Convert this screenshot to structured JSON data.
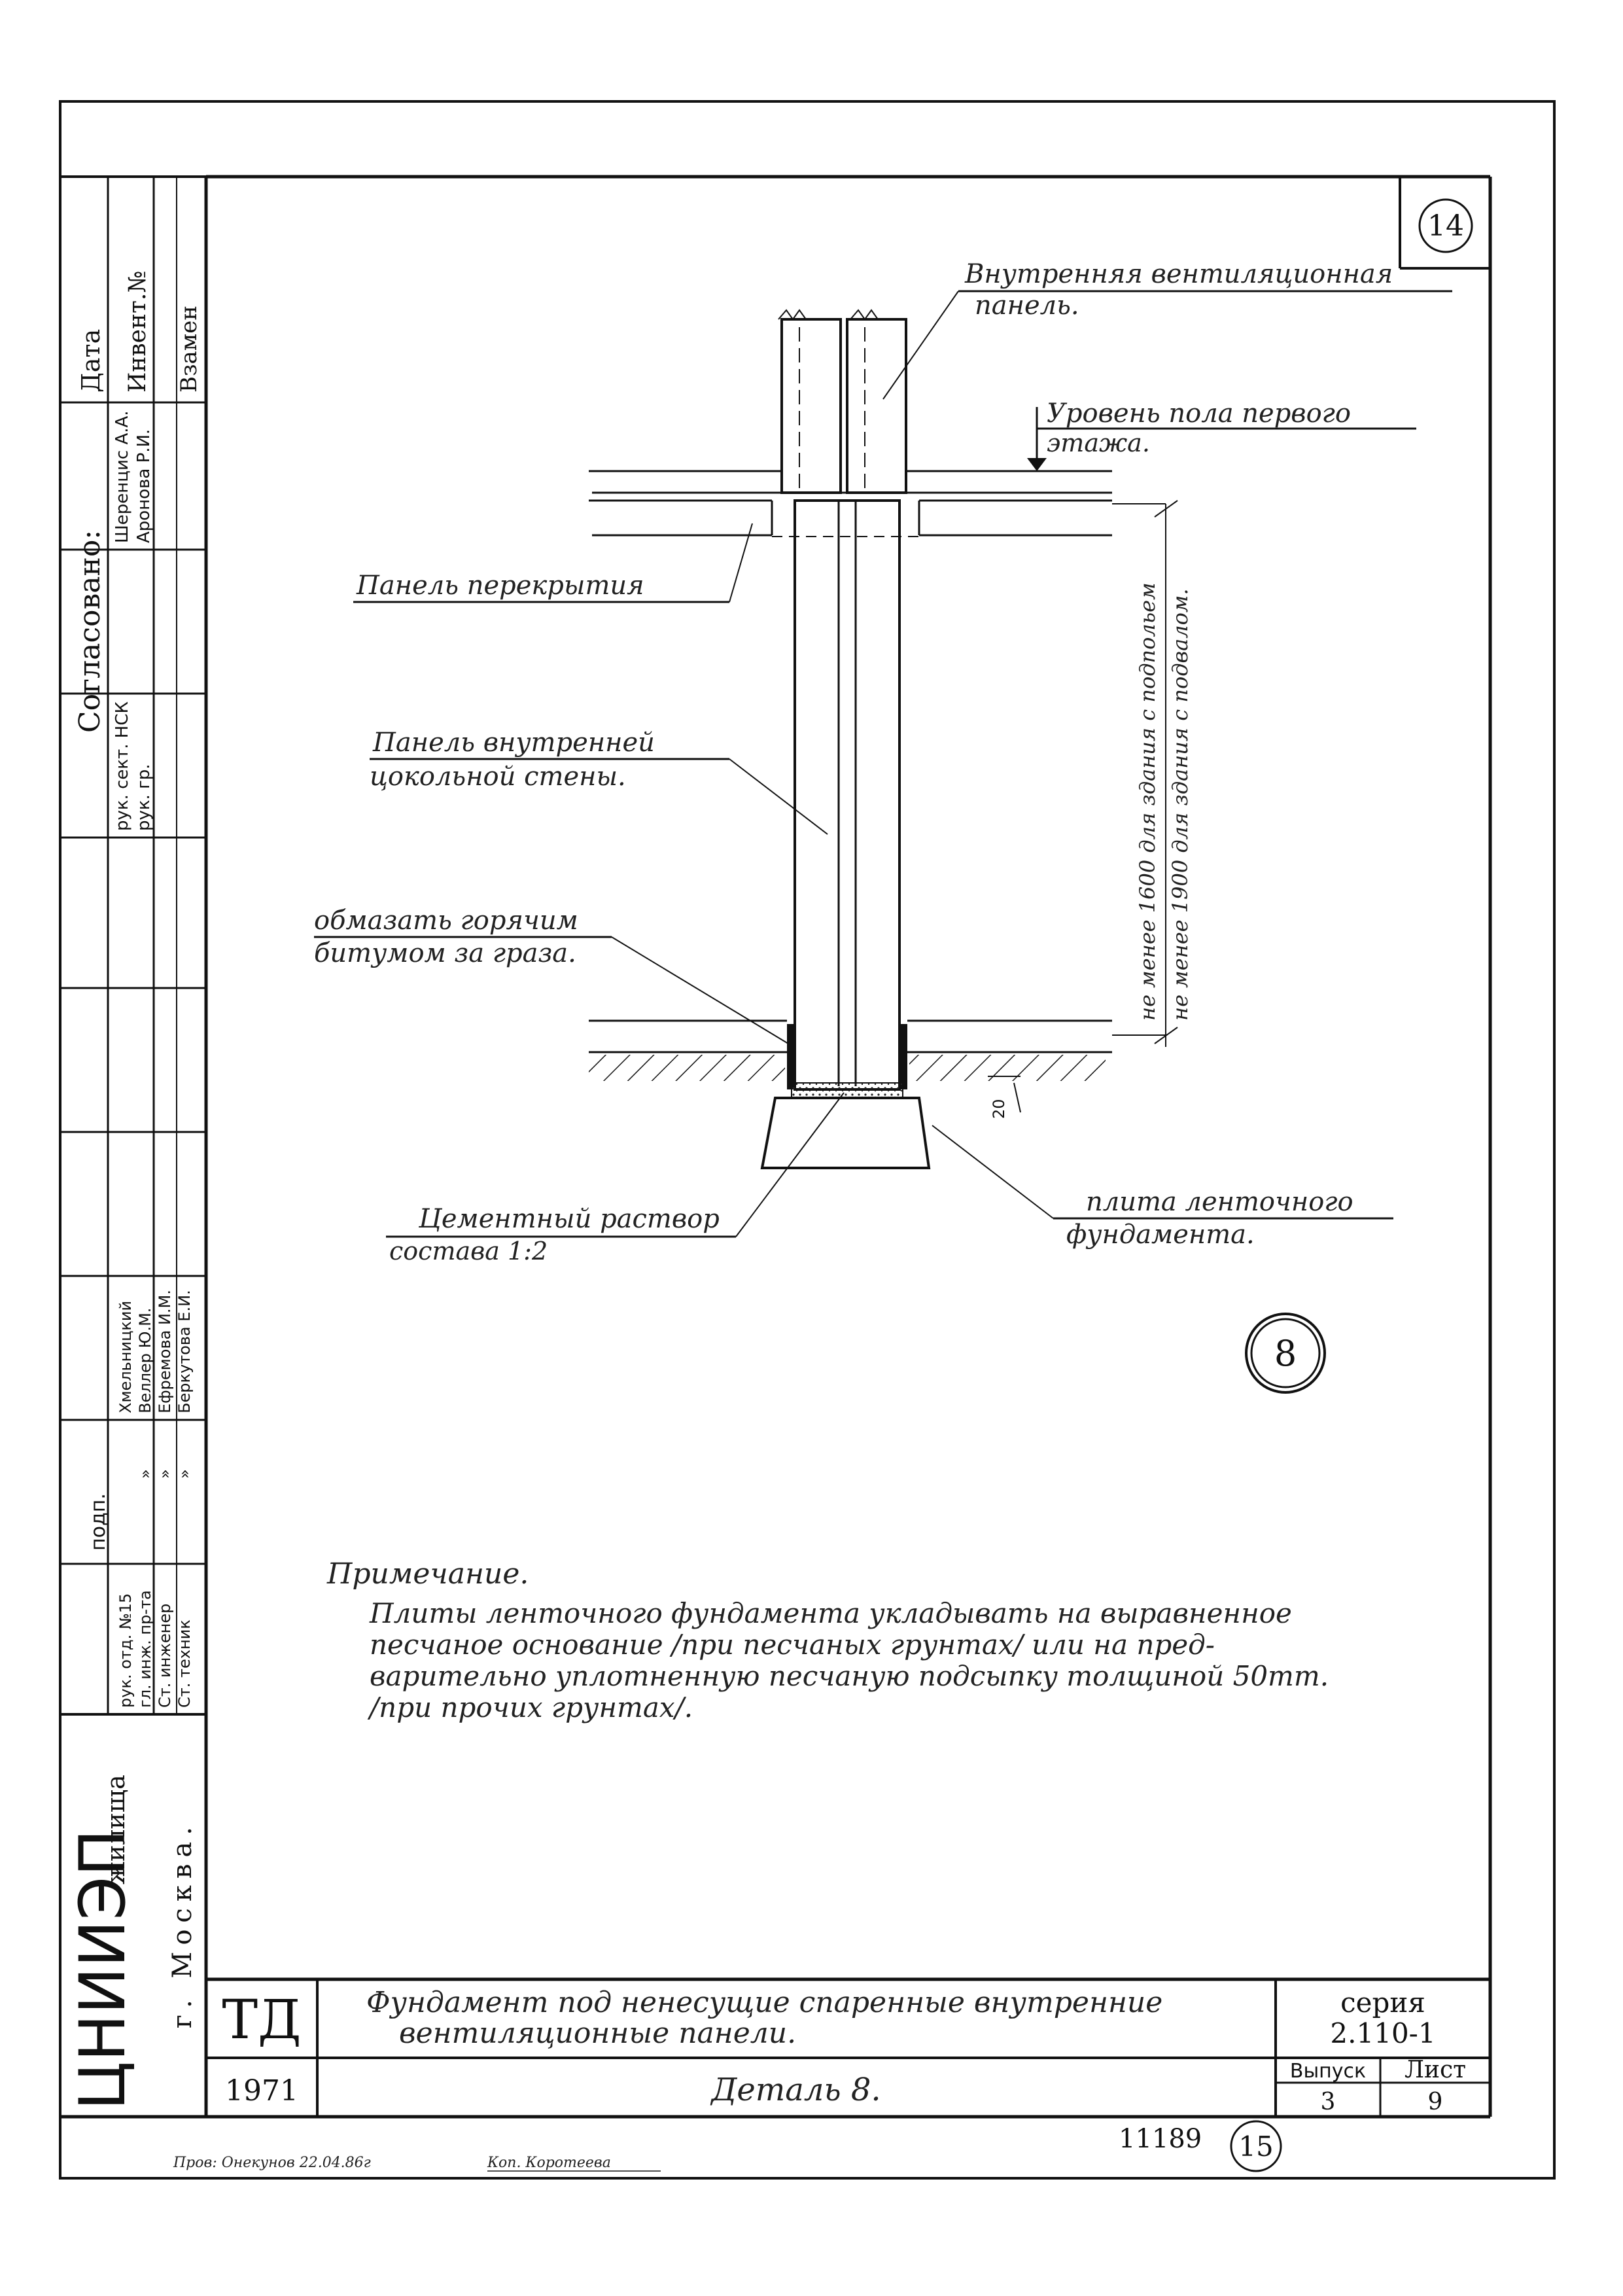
{
  "sheet_mark": "14",
  "drawing_labels": {
    "vent_panel_1": "Внутренняя вентиляционная",
    "vent_panel_2": "панель.",
    "floor_level_1": "Уровень пола первого",
    "floor_level_2": "этажа.",
    "slab_panel": "Панель перекрытия",
    "wall_panel_1": "Панель внутренней",
    "wall_panel_2": "цокольной стены.",
    "bitumen_1": "обмазать горячим",
    "bitumen_2": "битумом за граза.",
    "mortar_1": "Цементный раствор",
    "mortar_2": "состава 1:2",
    "strip_slab_1": "плита ленточного",
    "strip_slab_2": "фундамента.",
    "dim_20": "20",
    "dim_underfloor": "не менее 1600 для здания с подпольем",
    "dim_basement": "не менее 1900 для здания с подвалом."
  },
  "detail_number": "8",
  "note": {
    "title": "Примечание.",
    "lines": [
      "Плиты ленточного фундамента укладывать на выравненное",
      "песчаное основание /при песчаных грунтах/ или на пред-",
      "варительно уплотненную песчаную подсыпку толщиной 50mm.",
      "/при прочих грунтах/."
    ]
  },
  "side_stamp": {
    "agreed": "Согласовано:",
    "date": "Дата",
    "inv_no": "Инвент.№",
    "replace": "Взамен",
    "agreed_rows": [
      {
        "pos": "рук. сект. НСК",
        "name": "Шеренцис А.А."
      },
      {
        "pos": "рук. гр.",
        "name": "Аронова Р.И."
      }
    ],
    "signature_col": "подп.",
    "staff": [
      {
        "pos": "рук. отд. №15",
        "name": "Хмельницкий",
        "sign": ""
      },
      {
        "pos": "гл. инж. пр-та",
        "name": "Веллер Ю.М.",
        "sign": "»"
      },
      {
        "pos": "Ст. инженер",
        "name": "Ефремова И.М.",
        "sign": "»"
      },
      {
        "pos": "Ст. техник",
        "name": "Беркутова Е.И.",
        "sign": "»"
      }
    ],
    "org_name": "ЦНИИЭП",
    "org_sub": "жилища",
    "org_city": "г. Москва."
  },
  "title_block": {
    "code": "ТД",
    "year": "1971",
    "title_line1": "Фундамент под ненесущие спаренные внутренние",
    "title_line2": "вентиляционные панели.",
    "detail": "Деталь 8.",
    "series_label": "серия",
    "series_value": "2.110-1",
    "issue_label": "Выпуск",
    "issue_value": "3",
    "sheet_label": "Лист",
    "sheet_value": "9"
  },
  "footer": {
    "archive_no": "11189",
    "page_circle": "15",
    "check_note": "Пров: Онекунов 22.04.86г",
    "copy_note": "Коп. Коротеева"
  }
}
